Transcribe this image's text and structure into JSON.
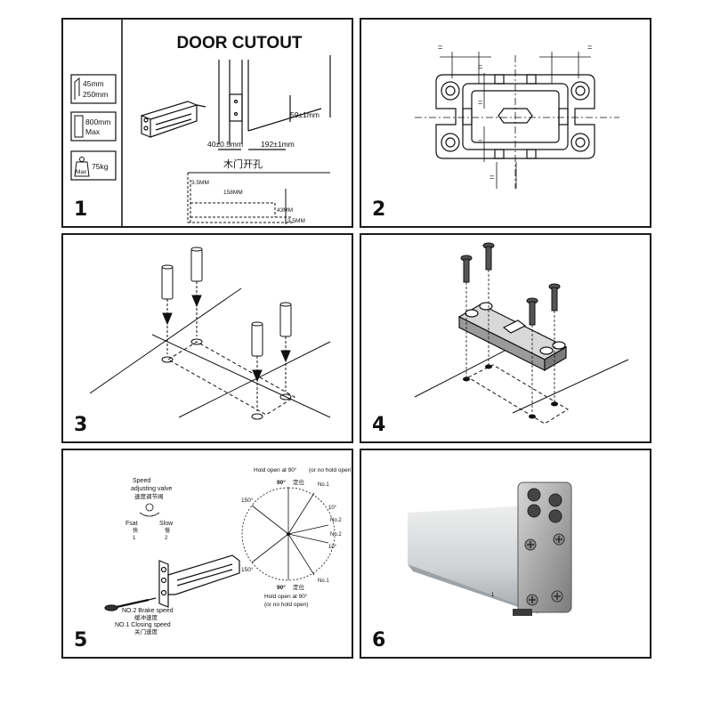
{
  "panels": [
    {
      "number": "1"
    },
    {
      "number": "2"
    },
    {
      "number": "3"
    },
    {
      "number": "4"
    },
    {
      "number": "5"
    },
    {
      "number": "6"
    }
  ],
  "panel1": {
    "title": "DOOR CUTOUT",
    "spec_thickness_1": "45mm",
    "spec_thickness_2": "250mm",
    "spec_width_1": "800mm",
    "spec_width_2": "Max",
    "spec_weight": "75kg",
    "spec_weight_icon_label": "Max",
    "dim_depth": "59±1mm",
    "dim_width": "40±0.5mm",
    "dim_length": "192±1mm",
    "cutout_cn": "木门开孔",
    "dim_a": "3.5MM",
    "dim_b": "158MM",
    "dim_c": "43MM",
    "dim_d": "3.5MM"
  },
  "panel2": {
    "dim_mark_left": "=",
    "dim_mark_right": "=",
    "dim_mark_v1": "=",
    "dim_mark_v2": "=",
    "dim_mark_v3": "=",
    "dim_mark_v4": "="
  },
  "panel5": {
    "speed_label": "Speed",
    "valve_label": "adjusting valve",
    "valve_cn": "速度调节阀",
    "fast_label": "Fsat",
    "fast_cn": "快",
    "fast_num": "1",
    "slow_label": "Slow",
    "slow_cn": "慢",
    "slow_num": "2",
    "hold_top": "Hold open at 90°",
    "hold_top_paren": "(or no hold open)",
    "top_deg": "90°",
    "top_cn": "定位",
    "deg150_top": "150°",
    "no1_top": "No.1",
    "deg10_top": "10°",
    "no2_a": "No.2",
    "no2_b": "No.2",
    "deg10_bottom": "10°",
    "deg150_bottom": "150°",
    "bottom_deg": "90°",
    "bottom_cn": "定位",
    "no1_bottom": "No.1",
    "hold_bottom": "Hold open at 90°",
    "hold_bottom_paren": "(or no hold open)",
    "brake_label": "NO.2 Brake speed",
    "brake_cn": "缓冲速度",
    "closing_label": "NO.1 Closing speed",
    "closing_cn": "关门速度"
  },
  "panel6": {
    "mark": "1"
  }
}
